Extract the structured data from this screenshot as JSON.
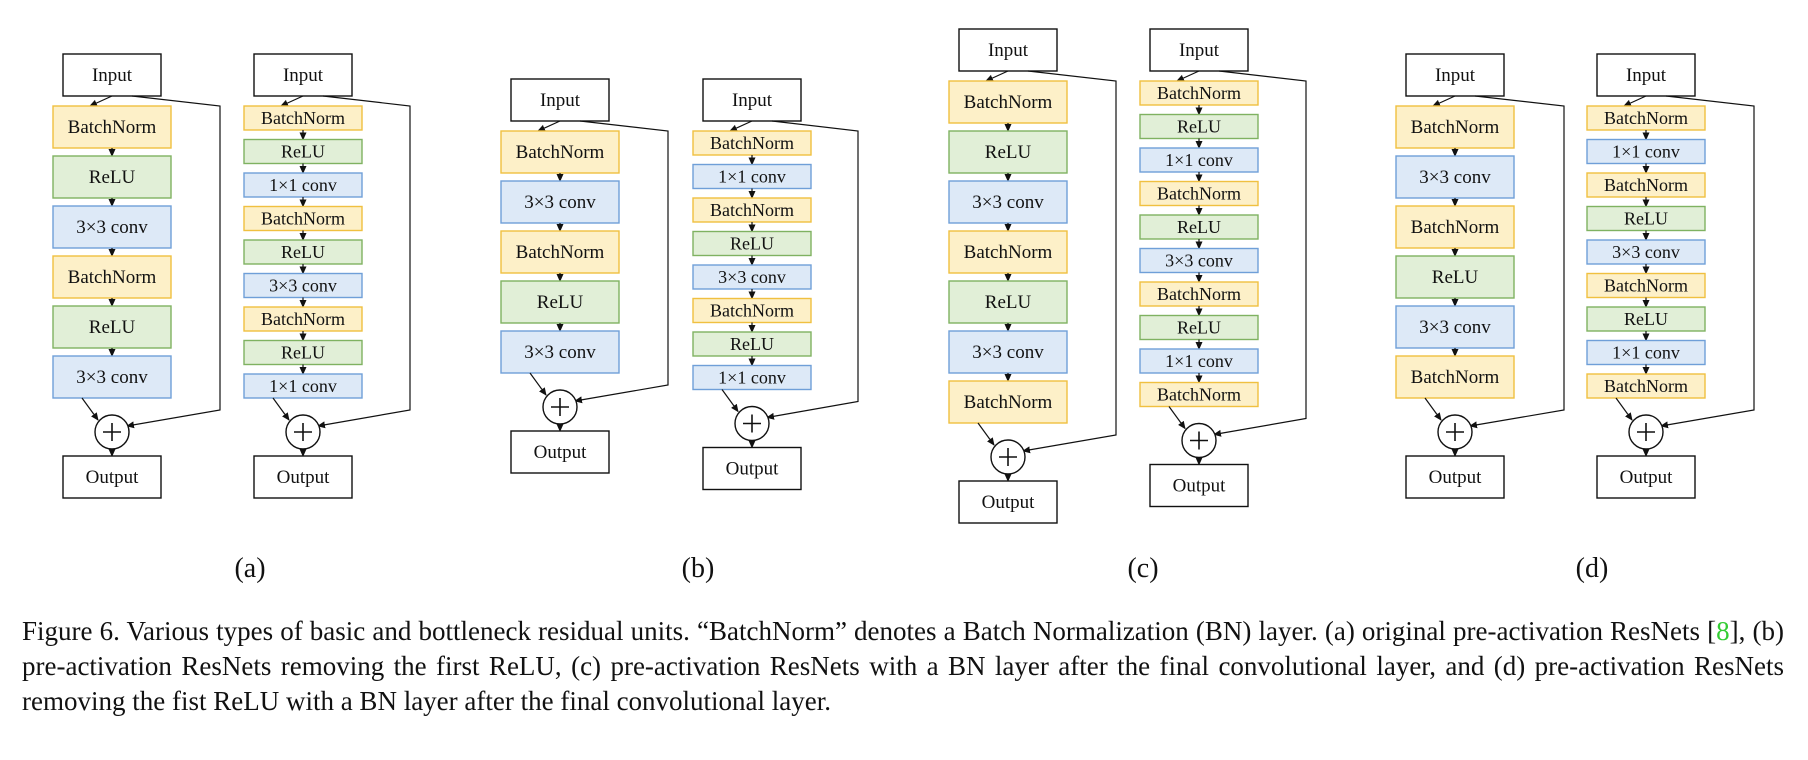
{
  "colors": {
    "batchnorm": {
      "fill": "#fdf0c8",
      "stroke": "#f0c040"
    },
    "relu": {
      "fill": "#e1efd7",
      "stroke": "#7fb261"
    },
    "conv": {
      "fill": "#dde9f7",
      "stroke": "#6f9fd8"
    },
    "io": {
      "fill": "#ffffff",
      "stroke": "#111111"
    },
    "citation": "#33cc33"
  },
  "icons": {
    "add": "circled-plus-icon",
    "arrow": "arrowhead-icon"
  },
  "io_labels": {
    "input": "Input",
    "output": "Output"
  },
  "panels": [
    {
      "label": "(a)",
      "units": [
        {
          "kind": "basic",
          "layers": [
            {
              "type": "batchnorm",
              "label": "BatchNorm"
            },
            {
              "type": "relu",
              "label": "ReLU"
            },
            {
              "type": "conv",
              "label": "3×3 conv"
            },
            {
              "type": "batchnorm",
              "label": "BatchNorm"
            },
            {
              "type": "relu",
              "label": "ReLU"
            },
            {
              "type": "conv",
              "label": "3×3 conv"
            }
          ]
        },
        {
          "kind": "bottleneck",
          "layers": [
            {
              "type": "batchnorm",
              "label": "BatchNorm"
            },
            {
              "type": "relu",
              "label": "ReLU"
            },
            {
              "type": "conv",
              "label": "1×1 conv"
            },
            {
              "type": "batchnorm",
              "label": "BatchNorm"
            },
            {
              "type": "relu",
              "label": "ReLU"
            },
            {
              "type": "conv",
              "label": "3×3 conv"
            },
            {
              "type": "batchnorm",
              "label": "BatchNorm"
            },
            {
              "type": "relu",
              "label": "ReLU"
            },
            {
              "type": "conv",
              "label": "1×1 conv"
            }
          ]
        }
      ]
    },
    {
      "label": "(b)",
      "units": [
        {
          "kind": "basic",
          "layers": [
            {
              "type": "batchnorm",
              "label": "BatchNorm"
            },
            {
              "type": "conv",
              "label": "3×3 conv"
            },
            {
              "type": "batchnorm",
              "label": "BatchNorm"
            },
            {
              "type": "relu",
              "label": "ReLU"
            },
            {
              "type": "conv",
              "label": "3×3 conv"
            }
          ]
        },
        {
          "kind": "bottleneck",
          "layers": [
            {
              "type": "batchnorm",
              "label": "BatchNorm"
            },
            {
              "type": "conv",
              "label": "1×1 conv"
            },
            {
              "type": "batchnorm",
              "label": "BatchNorm"
            },
            {
              "type": "relu",
              "label": "ReLU"
            },
            {
              "type": "conv",
              "label": "3×3 conv"
            },
            {
              "type": "batchnorm",
              "label": "BatchNorm"
            },
            {
              "type": "relu",
              "label": "ReLU"
            },
            {
              "type": "conv",
              "label": "1×1 conv"
            }
          ]
        }
      ]
    },
    {
      "label": "(c)",
      "units": [
        {
          "kind": "basic",
          "layers": [
            {
              "type": "batchnorm",
              "label": "BatchNorm"
            },
            {
              "type": "relu",
              "label": "ReLU"
            },
            {
              "type": "conv",
              "label": "3×3 conv"
            },
            {
              "type": "batchnorm",
              "label": "BatchNorm"
            },
            {
              "type": "relu",
              "label": "ReLU"
            },
            {
              "type": "conv",
              "label": "3×3 conv"
            },
            {
              "type": "batchnorm",
              "label": "BatchNorm"
            }
          ]
        },
        {
          "kind": "bottleneck",
          "layers": [
            {
              "type": "batchnorm",
              "label": "BatchNorm"
            },
            {
              "type": "relu",
              "label": "ReLU"
            },
            {
              "type": "conv",
              "label": "1×1 conv"
            },
            {
              "type": "batchnorm",
              "label": "BatchNorm"
            },
            {
              "type": "relu",
              "label": "ReLU"
            },
            {
              "type": "conv",
              "label": "3×3 conv"
            },
            {
              "type": "batchnorm",
              "label": "BatchNorm"
            },
            {
              "type": "relu",
              "label": "ReLU"
            },
            {
              "type": "conv",
              "label": "1×1 conv"
            },
            {
              "type": "batchnorm",
              "label": "BatchNorm"
            }
          ]
        }
      ]
    },
    {
      "label": "(d)",
      "units": [
        {
          "kind": "basic",
          "layers": [
            {
              "type": "batchnorm",
              "label": "BatchNorm"
            },
            {
              "type": "conv",
              "label": "3×3 conv"
            },
            {
              "type": "batchnorm",
              "label": "BatchNorm"
            },
            {
              "type": "relu",
              "label": "ReLU"
            },
            {
              "type": "conv",
              "label": "3×3 conv"
            },
            {
              "type": "batchnorm",
              "label": "BatchNorm"
            }
          ]
        },
        {
          "kind": "bottleneck",
          "layers": [
            {
              "type": "batchnorm",
              "label": "BatchNorm"
            },
            {
              "type": "conv",
              "label": "1×1 conv"
            },
            {
              "type": "batchnorm",
              "label": "BatchNorm"
            },
            {
              "type": "relu",
              "label": "ReLU"
            },
            {
              "type": "conv",
              "label": "3×3 conv"
            },
            {
              "type": "batchnorm",
              "label": "BatchNorm"
            },
            {
              "type": "relu",
              "label": "ReLU"
            },
            {
              "type": "conv",
              "label": "1×1 conv"
            },
            {
              "type": "batchnorm",
              "label": "BatchNorm"
            }
          ]
        }
      ]
    }
  ],
  "caption": {
    "before_ref": "Figure 6. Various types of basic and bottleneck residual units.  “BatchNorm” denotes a Batch Normalization (BN) layer.  (a) original pre-activation ResNets [",
    "ref": "8",
    "after_ref": "], (b) pre-activation ResNets removing the first ReLU, (c) pre-activation ResNets with a BN layer after the final convolutional layer, and (d) pre-activation ResNets removing the fist ReLU with a BN layer after the final convolutional layer."
  }
}
